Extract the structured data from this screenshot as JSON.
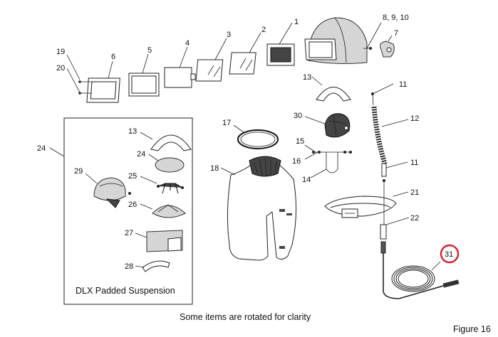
{
  "labels": {
    "l1": "1",
    "l2": "2",
    "l3": "3",
    "l4": "4",
    "l5": "5",
    "l6": "6",
    "l7": "7",
    "l8910": "8, 9, 10",
    "l11a": "11",
    "l11b": "11",
    "l12": "12",
    "l13a": "13",
    "l13b": "13",
    "l14": "14",
    "l15": "15",
    "l16": "16",
    "l17": "17",
    "l18": "18",
    "l19": "19",
    "l20": "20",
    "l21": "21",
    "l22": "22",
    "l24a": "24",
    "l24b": "24",
    "l25": "25",
    "l26": "26",
    "l27": "27",
    "l28": "28",
    "l29": "29",
    "l30": "30",
    "l31": "31"
  },
  "inset_title": "DLX Padded Suspension",
  "caption": "Some items are rotated for clarity",
  "figure_label": "Figure 16",
  "colors": {
    "highlight": "#d8202a",
    "line": "#222222"
  }
}
